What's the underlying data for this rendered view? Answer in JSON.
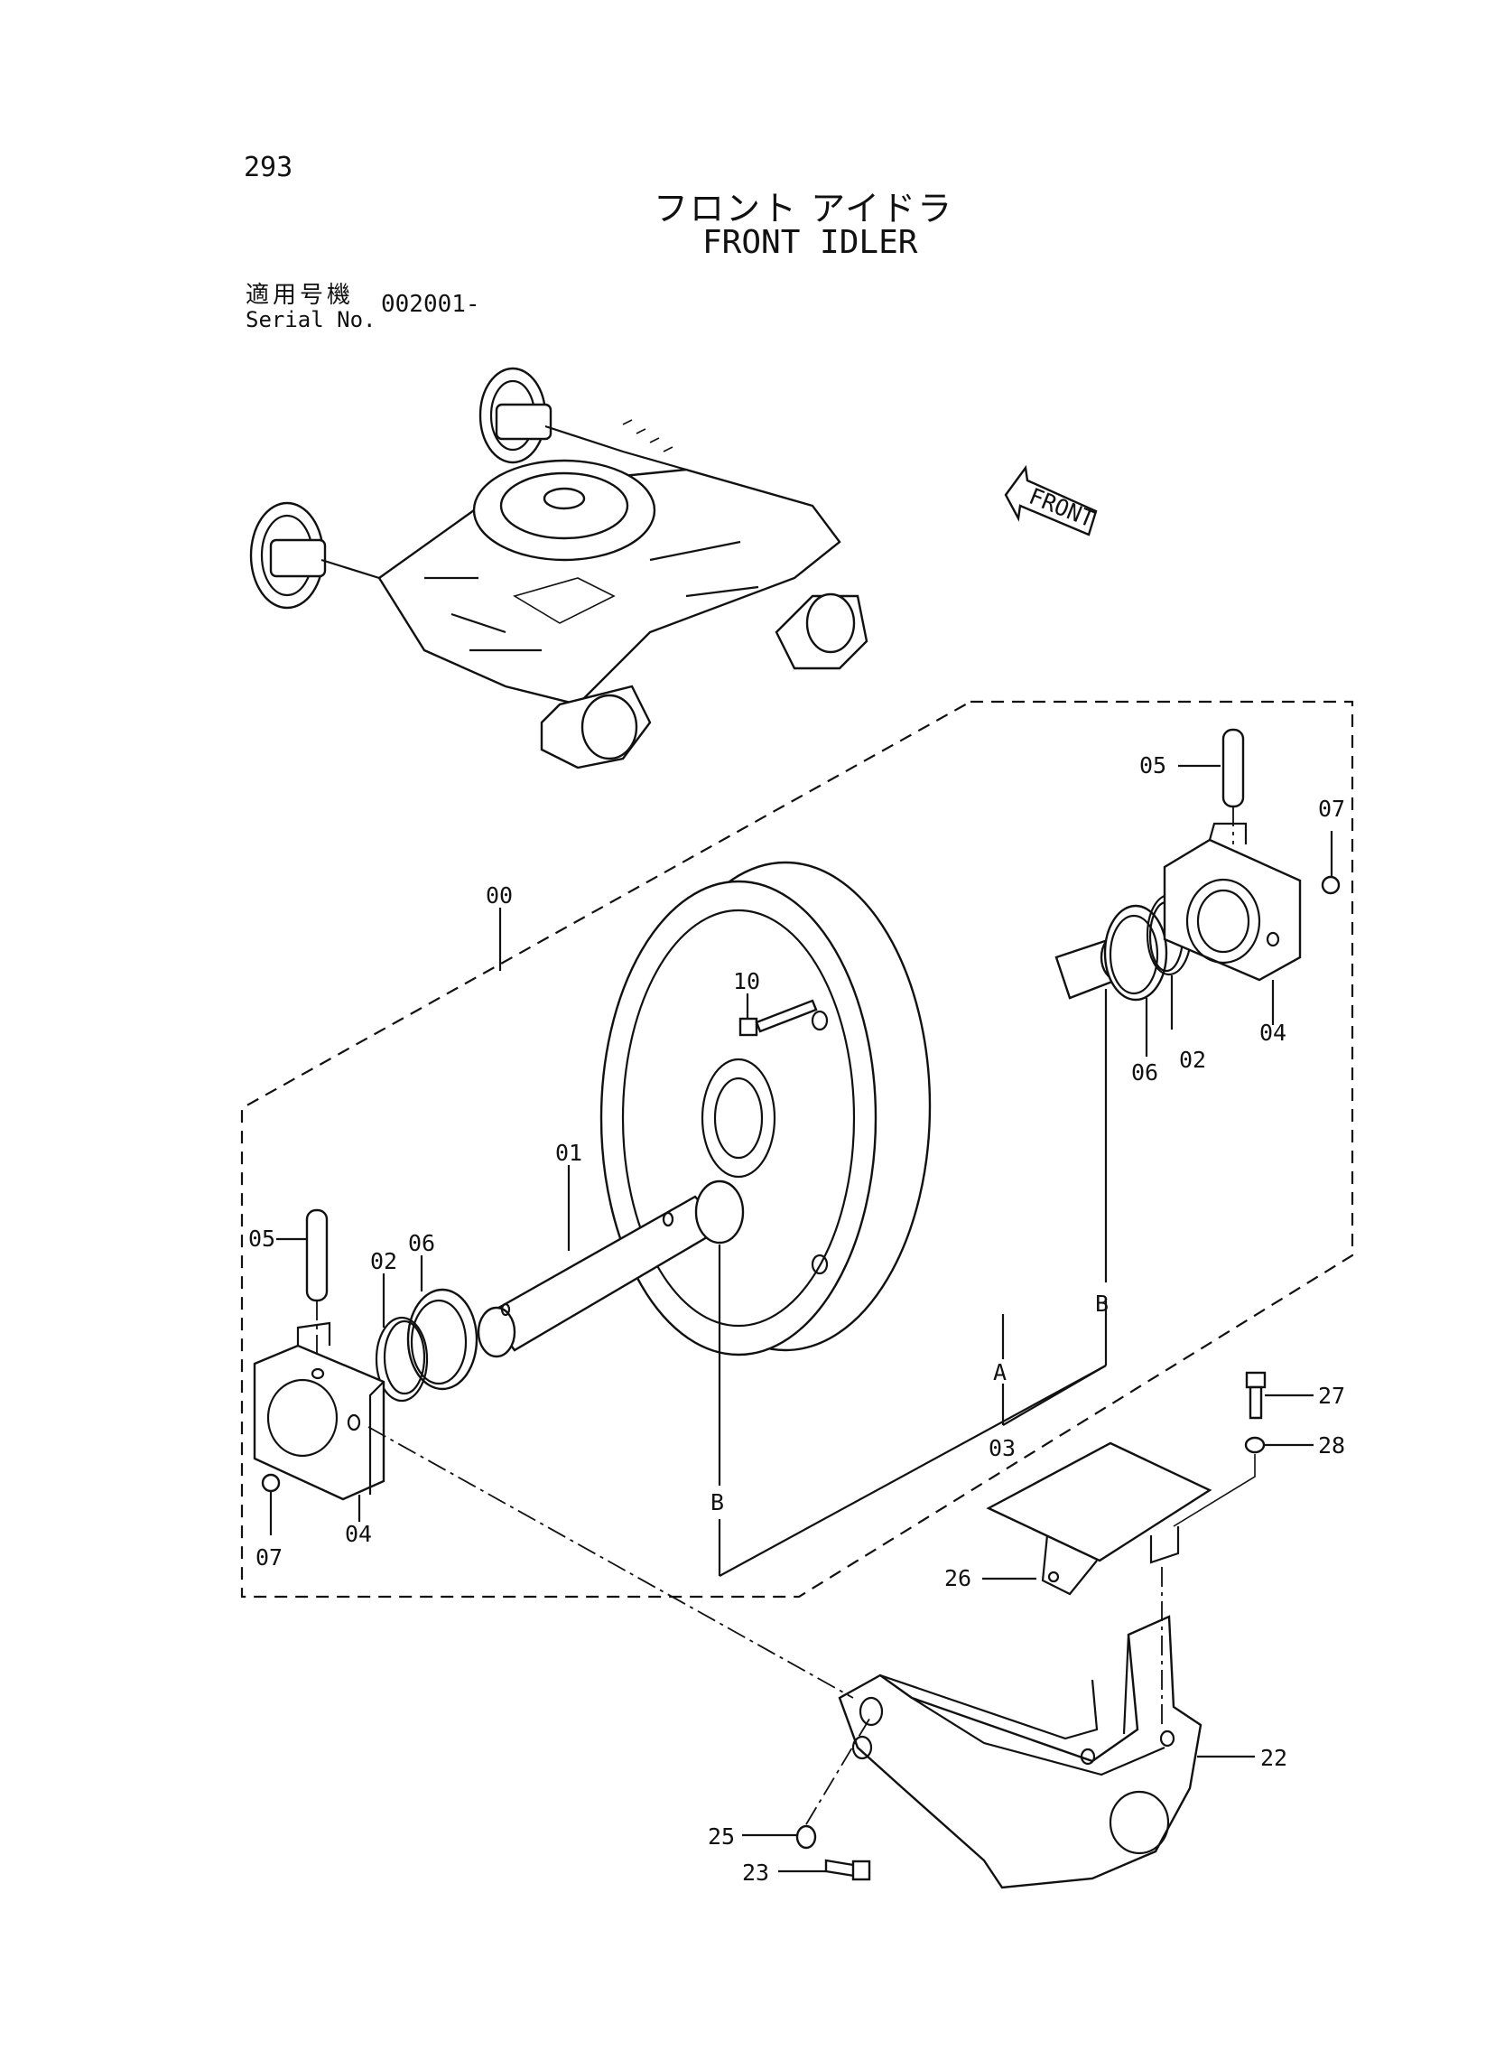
{
  "header": {
    "page_number": "293",
    "title_jp": "フロント アイドラ",
    "title_en": "FRONT IDLER",
    "serial_label_jp": "適用号機",
    "serial_label_en": "Serial No.",
    "serial_value": "002001-"
  },
  "front_arrow_label": "FRONT",
  "callouts": {
    "c00": "00",
    "c01": "01",
    "c02a": "02",
    "c02b": "02",
    "c03": "03",
    "c04a": "04",
    "c04b": "04",
    "c05a": "05",
    "c05b": "05",
    "c06a": "06",
    "c06b": "06",
    "c07a": "07",
    "c07b": "07",
    "c10": "10",
    "c22": "22",
    "c23": "23",
    "c25": "25",
    "c26": "26",
    "c27": "27",
    "c28": "28",
    "refA": "A",
    "refB1": "B",
    "refB2": "B"
  }
}
